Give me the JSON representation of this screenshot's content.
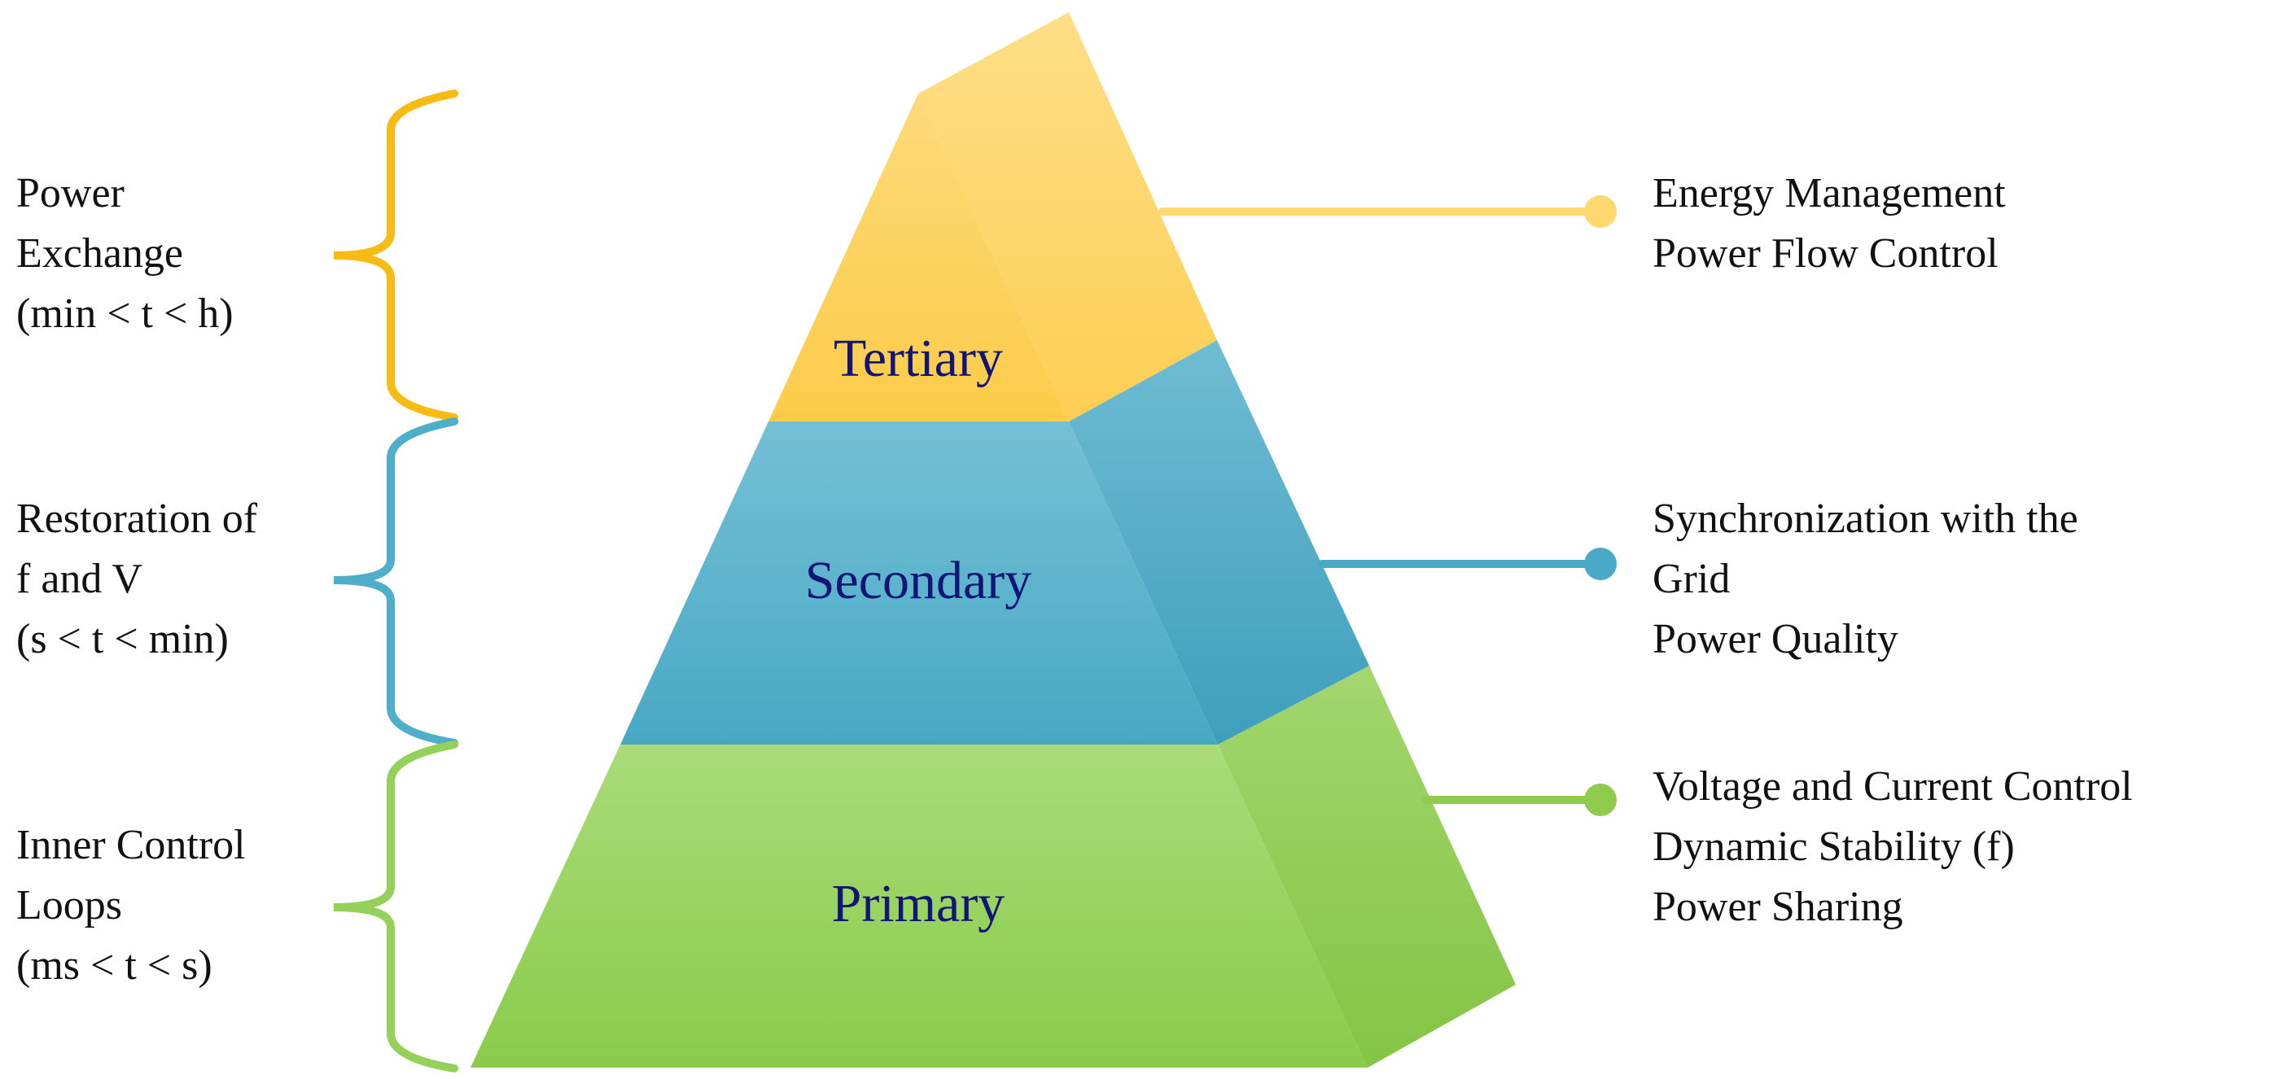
{
  "colors": {
    "tertiary": "#FCCB48",
    "secondary": "#4AA9C6",
    "primary": "#8FCB4D",
    "brace_tertiary": "#F7BB14",
    "brace_secondary": "#4FAFCB",
    "brace_primary": "#94D05A",
    "tier_text": "#111577"
  },
  "tiers": {
    "tertiary": "Tertiary",
    "secondary": "Secondary",
    "primary": "Primary"
  },
  "left_labels": {
    "tertiary": [
      "Power",
      "Exchange",
      "(min < t < h)"
    ],
    "secondary": [
      "Restoration of",
      "f and V",
      "(s < t < min)"
    ],
    "primary": [
      "Inner Control",
      "Loops",
      "(ms < t < s)"
    ]
  },
  "right_labels": {
    "tertiary": [
      "Energy Management",
      "Power Flow Control"
    ],
    "secondary": [
      "Synchronization with the",
      "Grid",
      "Power Quality"
    ],
    "primary": [
      "Voltage and Current Control",
      "Dynamic Stability (f)",
      "Power Sharing"
    ]
  }
}
